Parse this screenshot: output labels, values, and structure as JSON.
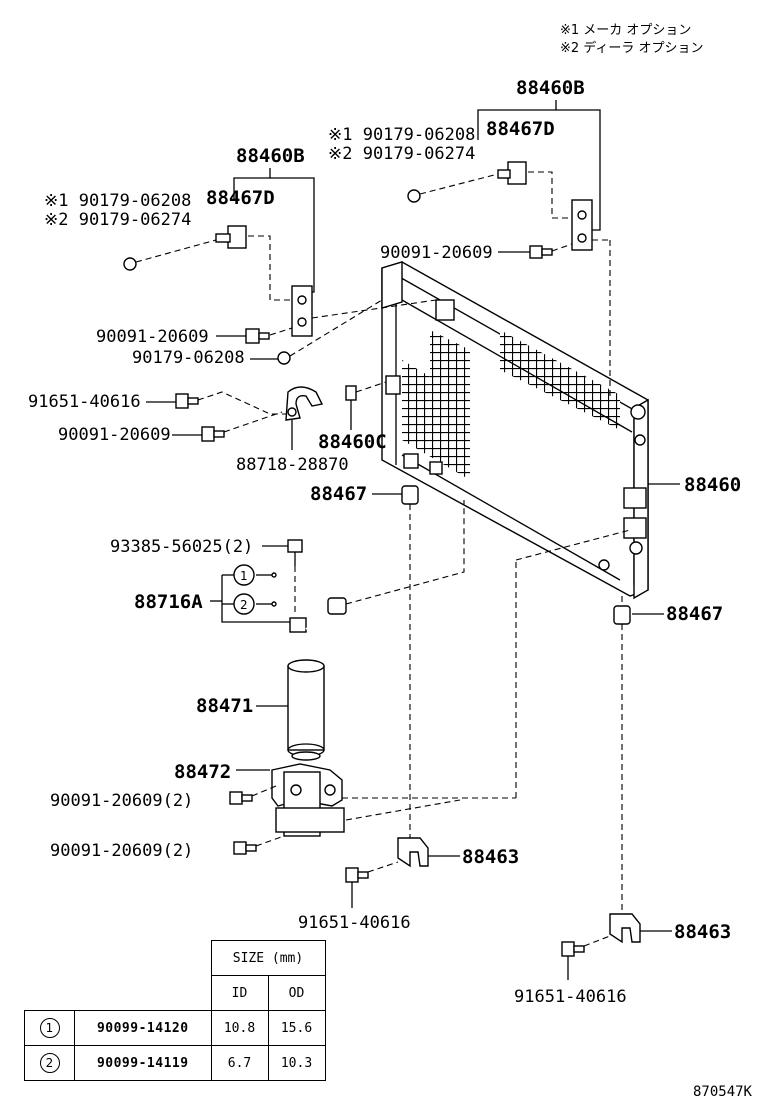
{
  "notes": {
    "note1": "※1 メーカ オプション",
    "note2": "※2 ディーラ オプション"
  },
  "labels": {
    "l_88460B_right": "88460B",
    "l_88467D_right": "88467D",
    "l_n1_right": "※1 90179-06208",
    "l_n2_right": "※2 90179-06274",
    "l_88460B_left": "88460B",
    "l_88467D_left": "88467D",
    "l_n1_left": "※1 90179-06208",
    "l_n2_left": "※2 90179-06274",
    "l_90091_right": "90091-20609",
    "l_90091_left": "90091-20609",
    "l_90179": "90179-06208",
    "l_91651_top": "91651-40616",
    "l_90091_mid": "90091-20609",
    "l_88460C": "88460C",
    "l_88718": "88718-28870",
    "l_88460": "88460",
    "l_88467_left": "88467",
    "l_88467_right": "88467",
    "l_93385": "93385-56025(2)",
    "l_88716A": "88716A",
    "l_88471": "88471",
    "l_88472": "88472",
    "l_90091_2a": "90091-20609(2)",
    "l_90091_2b": "90091-20609(2)",
    "l_88463_mid": "88463",
    "l_91651_mid": "91651-40616",
    "l_88463_right": "88463",
    "l_91651_bot": "91651-40616",
    "circle1": "1",
    "circle2": "2"
  },
  "size_table": {
    "header": "SIZE (mm)",
    "col_id": "ID",
    "col_od": "OD",
    "rows": [
      {
        "mark": "1",
        "part_no": "90099-14120",
        "id": "10.8",
        "od": "15.6"
      },
      {
        "mark": "2",
        "part_no": "90099-14119",
        "id": "6.7",
        "od": "10.3"
      }
    ]
  },
  "footer_code": "870547K"
}
